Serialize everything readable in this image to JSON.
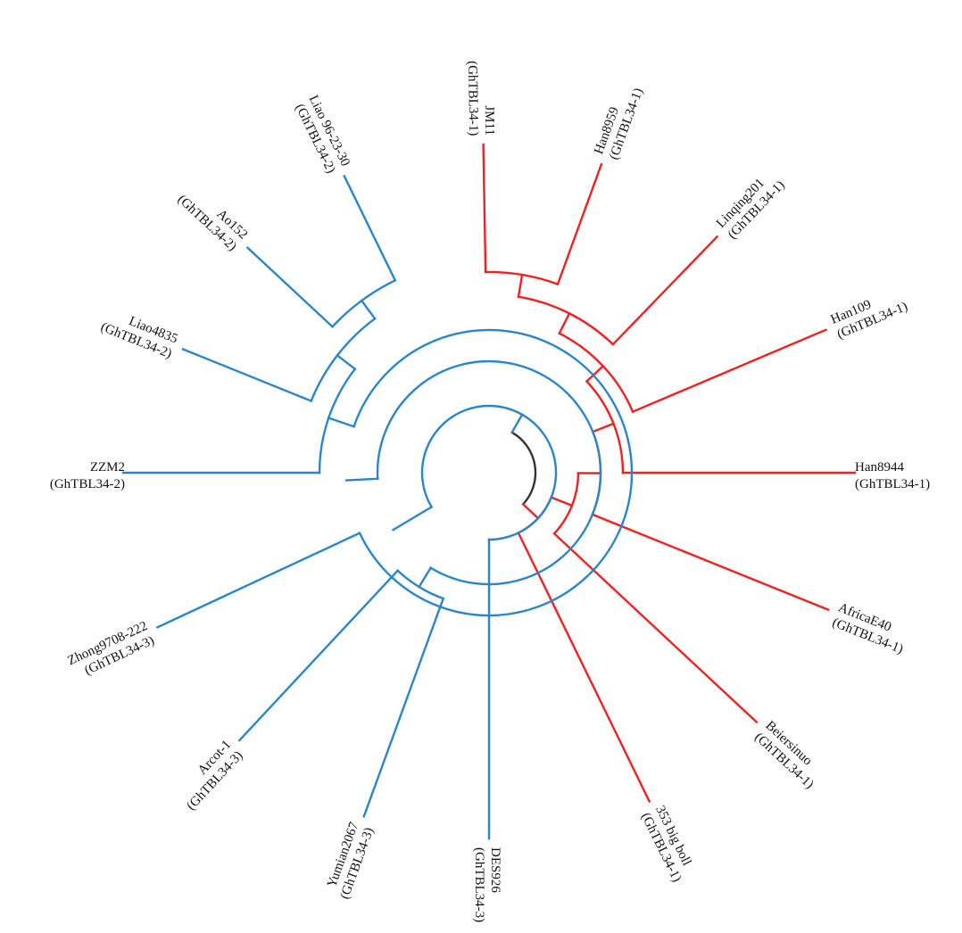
{
  "colors": {
    "clade_red": "#ee2222",
    "clade_blue": "#2a86c8",
    "root": "#333333"
  },
  "taxa": [
    {
      "id": "t1",
      "name": "JM11",
      "group": "(GhTBL34-1)",
      "clade": "red"
    },
    {
      "id": "t2",
      "name": "Han8959",
      "group": "(GhTBL34-1)",
      "clade": "red"
    },
    {
      "id": "t3",
      "name": "Linqing201",
      "group": "(GhTBL34-1)",
      "clade": "red"
    },
    {
      "id": "t4",
      "name": "Han109",
      "group": "(GhTBL34-1)",
      "clade": "red"
    },
    {
      "id": "t5",
      "name": "Han8944",
      "group": "(GhTBL34-1)",
      "clade": "red"
    },
    {
      "id": "t6",
      "name": "AfricaE40",
      "group": "(GhTBL34-1)",
      "clade": "red"
    },
    {
      "id": "t7",
      "name": "Beiersinuo",
      "group": "(GhTBL34-1)",
      "clade": "red"
    },
    {
      "id": "t8",
      "name": "353 big boll",
      "group": "(GhTBL34-1)",
      "clade": "red"
    },
    {
      "id": "t9",
      "name": "DES926",
      "group": "(GhTBL34-3)",
      "clade": "blue"
    },
    {
      "id": "t10",
      "name": "Yumian2067",
      "group": "(GhTBL34-3)",
      "clade": "blue"
    },
    {
      "id": "t11",
      "name": "Arcot-1",
      "group": "(GhTBL34-3)",
      "clade": "blue"
    },
    {
      "id": "t12",
      "name": "Zhong9708-222",
      "group": "(GhTBL34-3)",
      "clade": "blue"
    },
    {
      "id": "t13",
      "name": "ZZM2",
      "group": "(GhTBL34-2)",
      "clade": "blue"
    },
    {
      "id": "t14",
      "name": "Liao4835",
      "group": "(GhTBL34-2)",
      "clade": "blue"
    },
    {
      "id": "t15",
      "name": "Ao152",
      "group": "(GhTBL34-2)",
      "clade": "blue"
    },
    {
      "id": "t16",
      "name": "Liao 96-23-30",
      "group": "(GhTBL34-2)",
      "clade": "blue"
    }
  ],
  "tree": {
    "id": "root",
    "children": [
      {
        "id": "red_clade",
        "children": [
          {
            "id": "t8"
          },
          {
            "id": "r2",
            "children": [
              {
                "id": "t7"
              },
              {
                "id": "r3",
                "children": [
                  {
                    "id": "t6"
                  },
                  {
                    "id": "r4",
                    "children": [
                      {
                        "id": "t5"
                      },
                      {
                        "id": "r5",
                        "children": [
                          {
                            "id": "t4"
                          },
                          {
                            "id": "r6",
                            "children": [
                              {
                                "id": "t3"
                              },
                              {
                                "id": "r7",
                                "children": [
                                  {
                                    "id": "t2"
                                  },
                                  {
                                    "id": "t1"
                                  }
                                ]
                              }
                            ]
                          }
                        ]
                      }
                    ]
                  }
                ]
              }
            ]
          }
        ]
      },
      {
        "id": "blue_clade",
        "children": [
          {
            "id": "t9"
          },
          {
            "id": "b2",
            "children": [
              {
                "id": "b3",
                "children": [
                  {
                    "id": "t10"
                  },
                  {
                    "id": "t11"
                  }
                ]
              },
              {
                "id": "b4",
                "children": [
                  {
                    "id": "t12"
                  },
                  {
                    "id": "b5",
                    "children": [
                      {
                        "id": "t13"
                      },
                      {
                        "id": "b6",
                        "children": [
                          {
                            "id": "t14"
                          },
                          {
                            "id": "b7",
                            "children": [
                              {
                                "id": "t15"
                              },
                              {
                                "id": "t16"
                              }
                            ]
                          }
                        ]
                      }
                    ]
                  }
                ]
              }
            ]
          }
        ]
      }
    ]
  }
}
